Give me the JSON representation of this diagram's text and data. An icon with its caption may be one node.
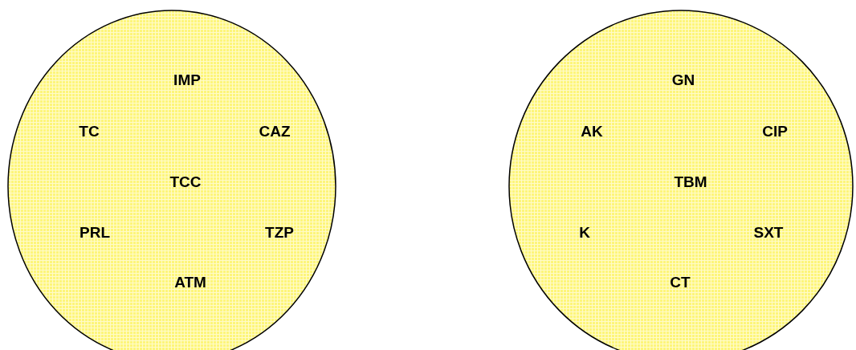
{
  "diagram": {
    "nodes": [
      {
        "text": [
          "IMP",
          "TC",
          "CAZ",
          "TCC",
          "PRL",
          "TZP",
          "ATM"
        ]
      },
      {
        "text": [
          "GN",
          "AK",
          "CIP",
          "TBM",
          "K",
          "SXT",
          "CT"
        ]
      }
    ]
  }
}
